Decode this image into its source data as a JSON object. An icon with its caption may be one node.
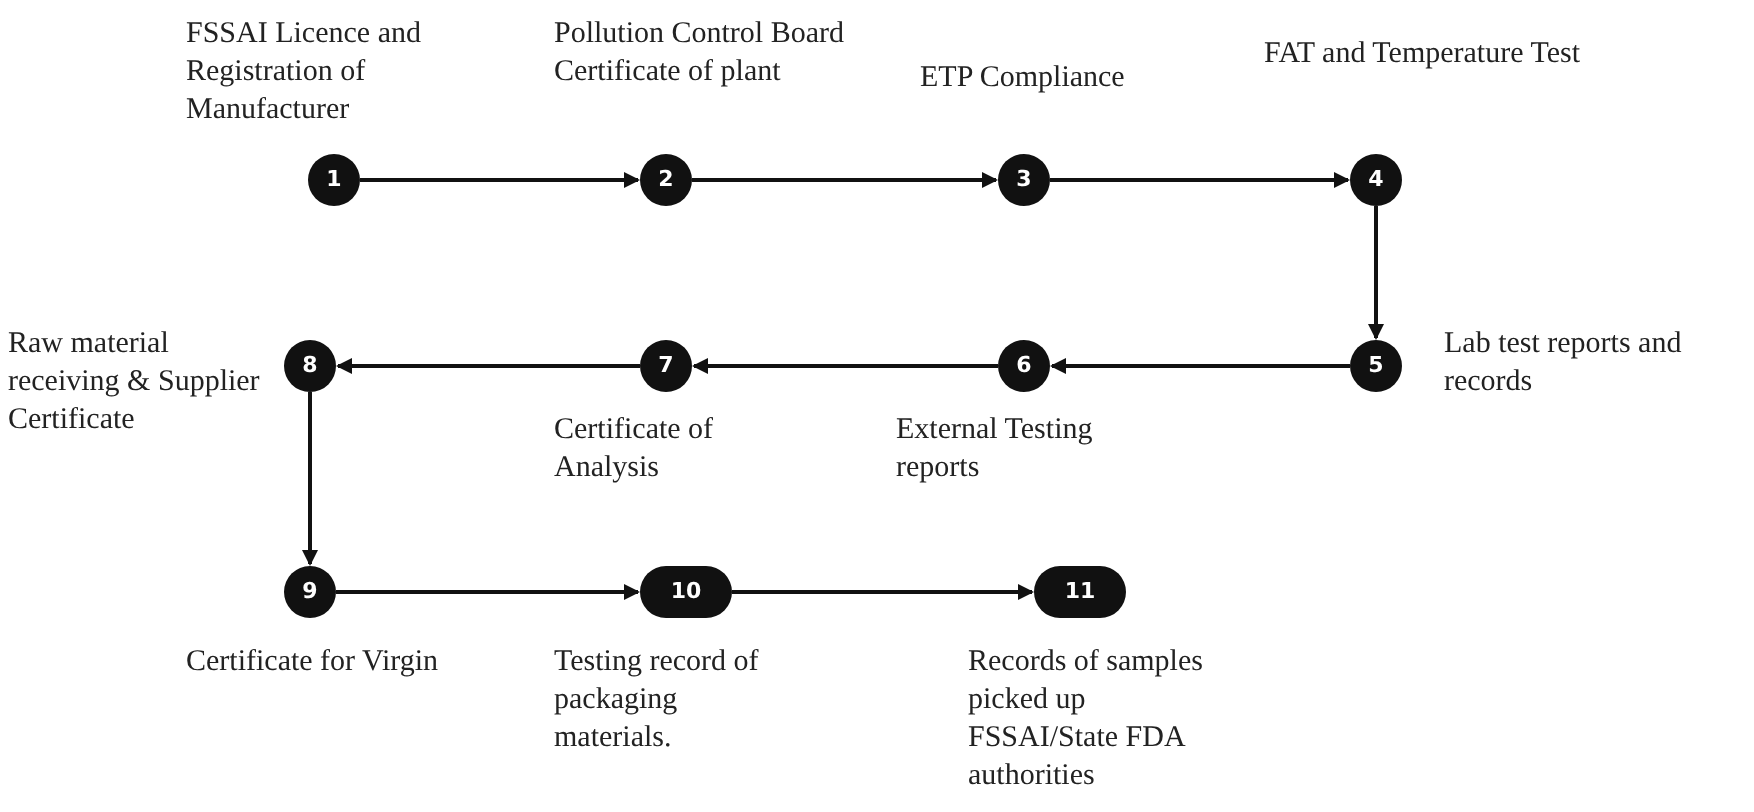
{
  "diagram": {
    "nodes": [
      {
        "text": [
          "1"
        ],
        "beside": [
          "FSSAI Licence and Registration of Manufacturer"
        ]
      },
      {
        "text": [
          "2"
        ],
        "beside": [
          "Pollution Control Board Certificate of plant"
        ]
      },
      {
        "text": [
          "3"
        ],
        "beside": [
          "ETP Compliance"
        ]
      },
      {
        "text": [
          "4"
        ],
        "beside": [
          "FAT and Temperature Test"
        ]
      },
      {
        "text": [
          "5"
        ],
        "beside": [
          "Lab test reports and records"
        ]
      },
      {
        "text": [
          "6"
        ],
        "beside": [
          "External Testing reports"
        ]
      },
      {
        "text": [
          "7"
        ],
        "beside": [
          "Certificate of Analysis"
        ]
      },
      {
        "text": [
          "8"
        ],
        "beside": [
          "Raw material receiving & Supplier Certificate"
        ]
      },
      {
        "text": [
          "9"
        ],
        "beside": [
          "Certificate for Virgin"
        ]
      },
      {
        "text": [
          "10"
        ],
        "beside": [
          "Testing record of packaging materials."
        ]
      },
      {
        "text": [
          "11"
        ],
        "beside": [
          "Records of samples picked up FSSAI/State FDA authorities"
        ]
      }
    ],
    "edges": [
      {
        "from": 0,
        "to": 1,
        "arrow": "to"
      },
      {
        "from": 1,
        "to": 2,
        "arrow": "to"
      },
      {
        "from": 2,
        "to": 3,
        "arrow": "to"
      },
      {
        "from": 3,
        "to": 4,
        "arrow": "to"
      },
      {
        "from": 4,
        "to": 5,
        "arrow": "to"
      },
      {
        "from": 5,
        "to": 6,
        "arrow": "to"
      },
      {
        "from": 6,
        "to": 7,
        "arrow": "to"
      },
      {
        "from": 7,
        "to": 8,
        "arrow": "to"
      },
      {
        "from": 8,
        "to": 9,
        "arrow": "to"
      },
      {
        "from": 9,
        "to": 10,
        "arrow": "to"
      }
    ]
  }
}
